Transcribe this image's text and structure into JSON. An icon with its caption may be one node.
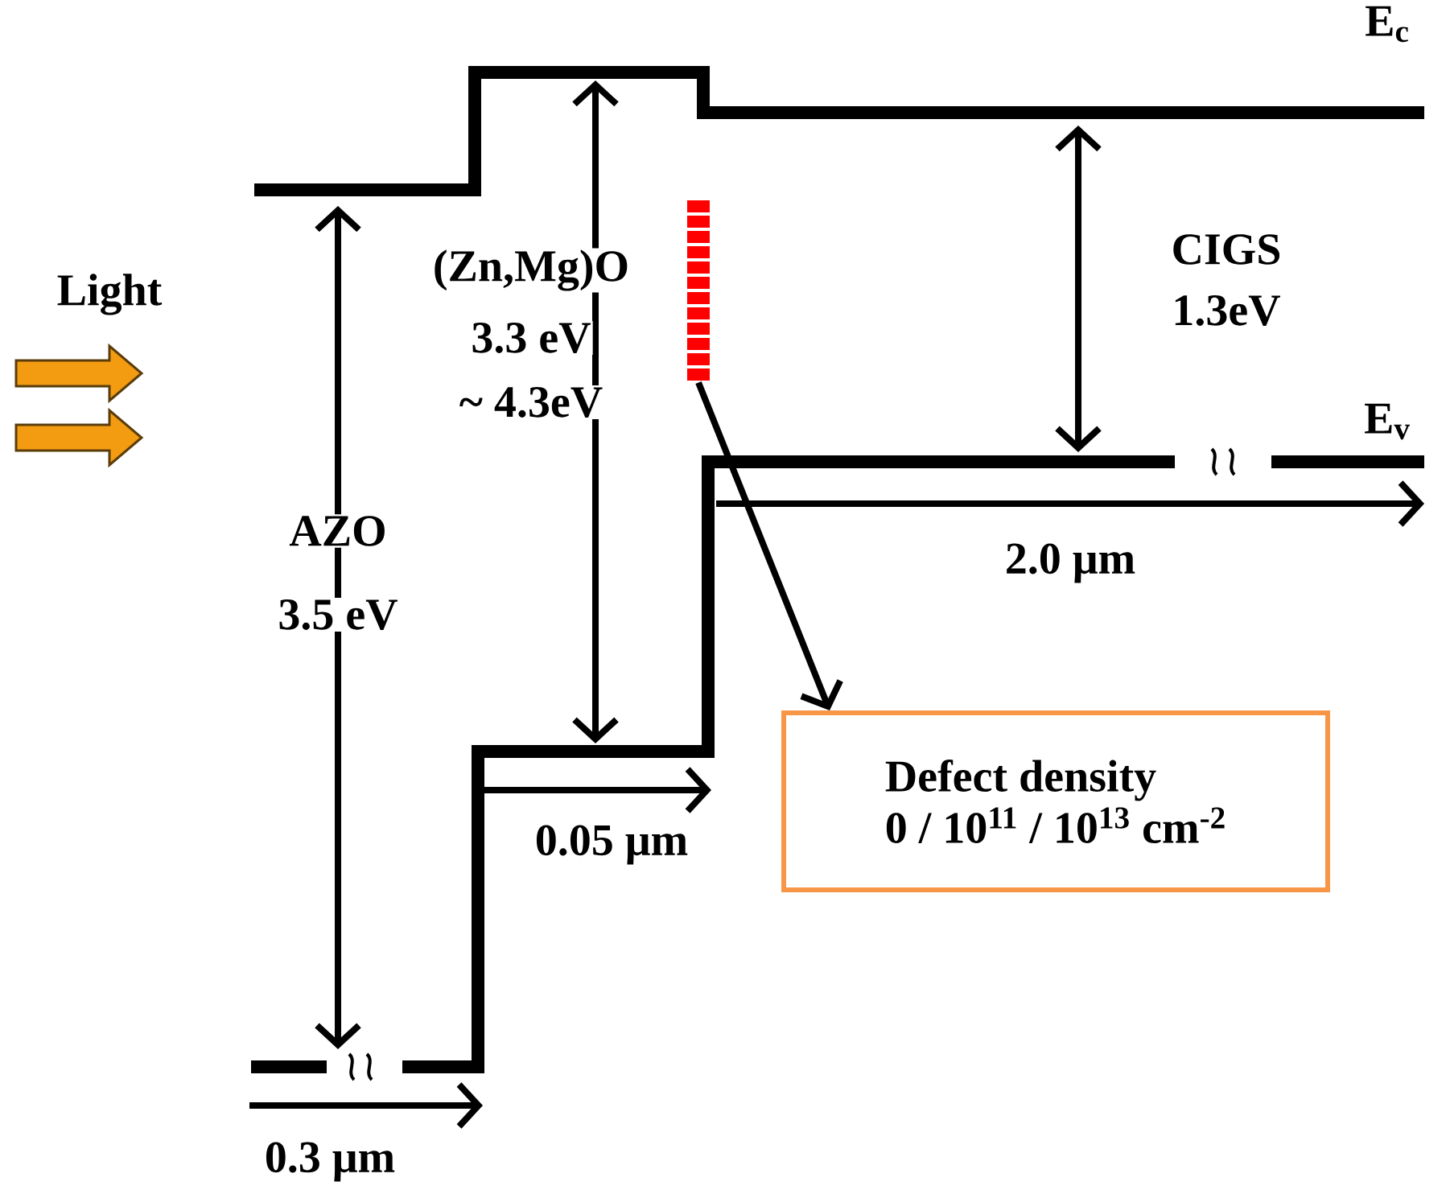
{
  "diagram": {
    "nodes": [
      {
        "text": [
          "Light"
        ]
      },
      {
        "text": [],
        "shape": "bar"
      },
      {
        "text": [
          "Defect density",
          "0 / 10$^{11}$ / 10$^{13}$ cm$^{-2}$"
        ]
      }
    ],
    "edges": [
      {
        "from": 1,
        "to": 2,
        "arrow": "to"
      }
    ],
    "labels": [
      "E$_{c}$",
      "CIGS",
      "1.3eV",
      "(Zn,Mg)O",
      "3.3 eV",
      "~ 4.3eV",
      "E$_{v}$",
      "2.0 μm",
      "AZO",
      "3.5 eV",
      "0.05 μm",
      "0.3 μm"
    ]
  }
}
